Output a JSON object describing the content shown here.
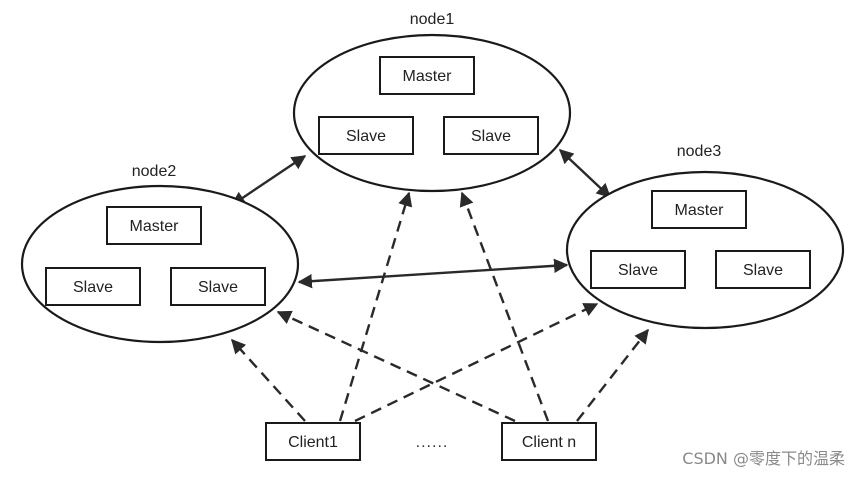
{
  "nodes": [
    {
      "label": "node1",
      "master": "Master",
      "slaves": [
        "Slave",
        "Slave"
      ]
    },
    {
      "label": "node2",
      "master": "Master",
      "slaves": [
        "Slave",
        "Slave"
      ]
    },
    {
      "label": "node3",
      "master": "Master",
      "slaves": [
        "Slave",
        "Slave"
      ]
    }
  ],
  "clients": [
    "Client1",
    "Client n"
  ],
  "ellipsis": "......",
  "watermark": "CSDN @零度下的温柔"
}
